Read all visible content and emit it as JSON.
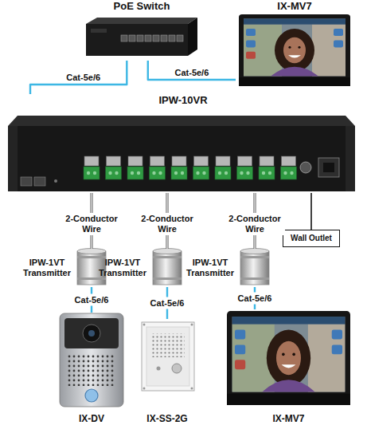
{
  "diagram": {
    "nodes": [
      {
        "text": [
          "PoE Switch"
        ]
      },
      {
        "text": [
          "IX-MV7"
        ]
      },
      {
        "text": [
          "IPW-10VR"
        ]
      },
      {
        "text": [
          "Wall Outlet"
        ]
      },
      {
        "text": [
          "IPW-1VT Transmitter"
        ]
      },
      {
        "text": [
          "IPW-1VT Transmitter"
        ]
      },
      {
        "text": [
          "IPW-1VT Transmitter"
        ]
      },
      {
        "text": [
          "IX-DV"
        ]
      },
      {
        "text": [
          "IX-SS-2G"
        ]
      },
      {
        "text": [
          "IX-MV7"
        ]
      }
    ],
    "edges": [
      {
        "from": 0,
        "to": 1,
        "arrow": "none",
        "label": "Cat-5e/6"
      },
      {
        "from": 0,
        "to": 2,
        "arrow": "none",
        "label": "Cat-5e/6"
      },
      {
        "from": 2,
        "to": 4,
        "arrow": "none",
        "label": "2-Conductor Wire"
      },
      {
        "from": 2,
        "to": 5,
        "arrow": "none",
        "label": "2-Conductor Wire"
      },
      {
        "from": 2,
        "to": 6,
        "arrow": "none",
        "label": "2-Conductor Wire"
      },
      {
        "from": 2,
        "to": 3,
        "arrow": "none"
      },
      {
        "from": 4,
        "to": 7,
        "arrow": "none",
        "label": "Cat-5e/6"
      },
      {
        "from": 5,
        "to": 8,
        "arrow": "none",
        "label": "Cat-5e/6"
      },
      {
        "from": 6,
        "to": 9,
        "arrow": "none",
        "label": "Cat-5e/6"
      }
    ]
  }
}
